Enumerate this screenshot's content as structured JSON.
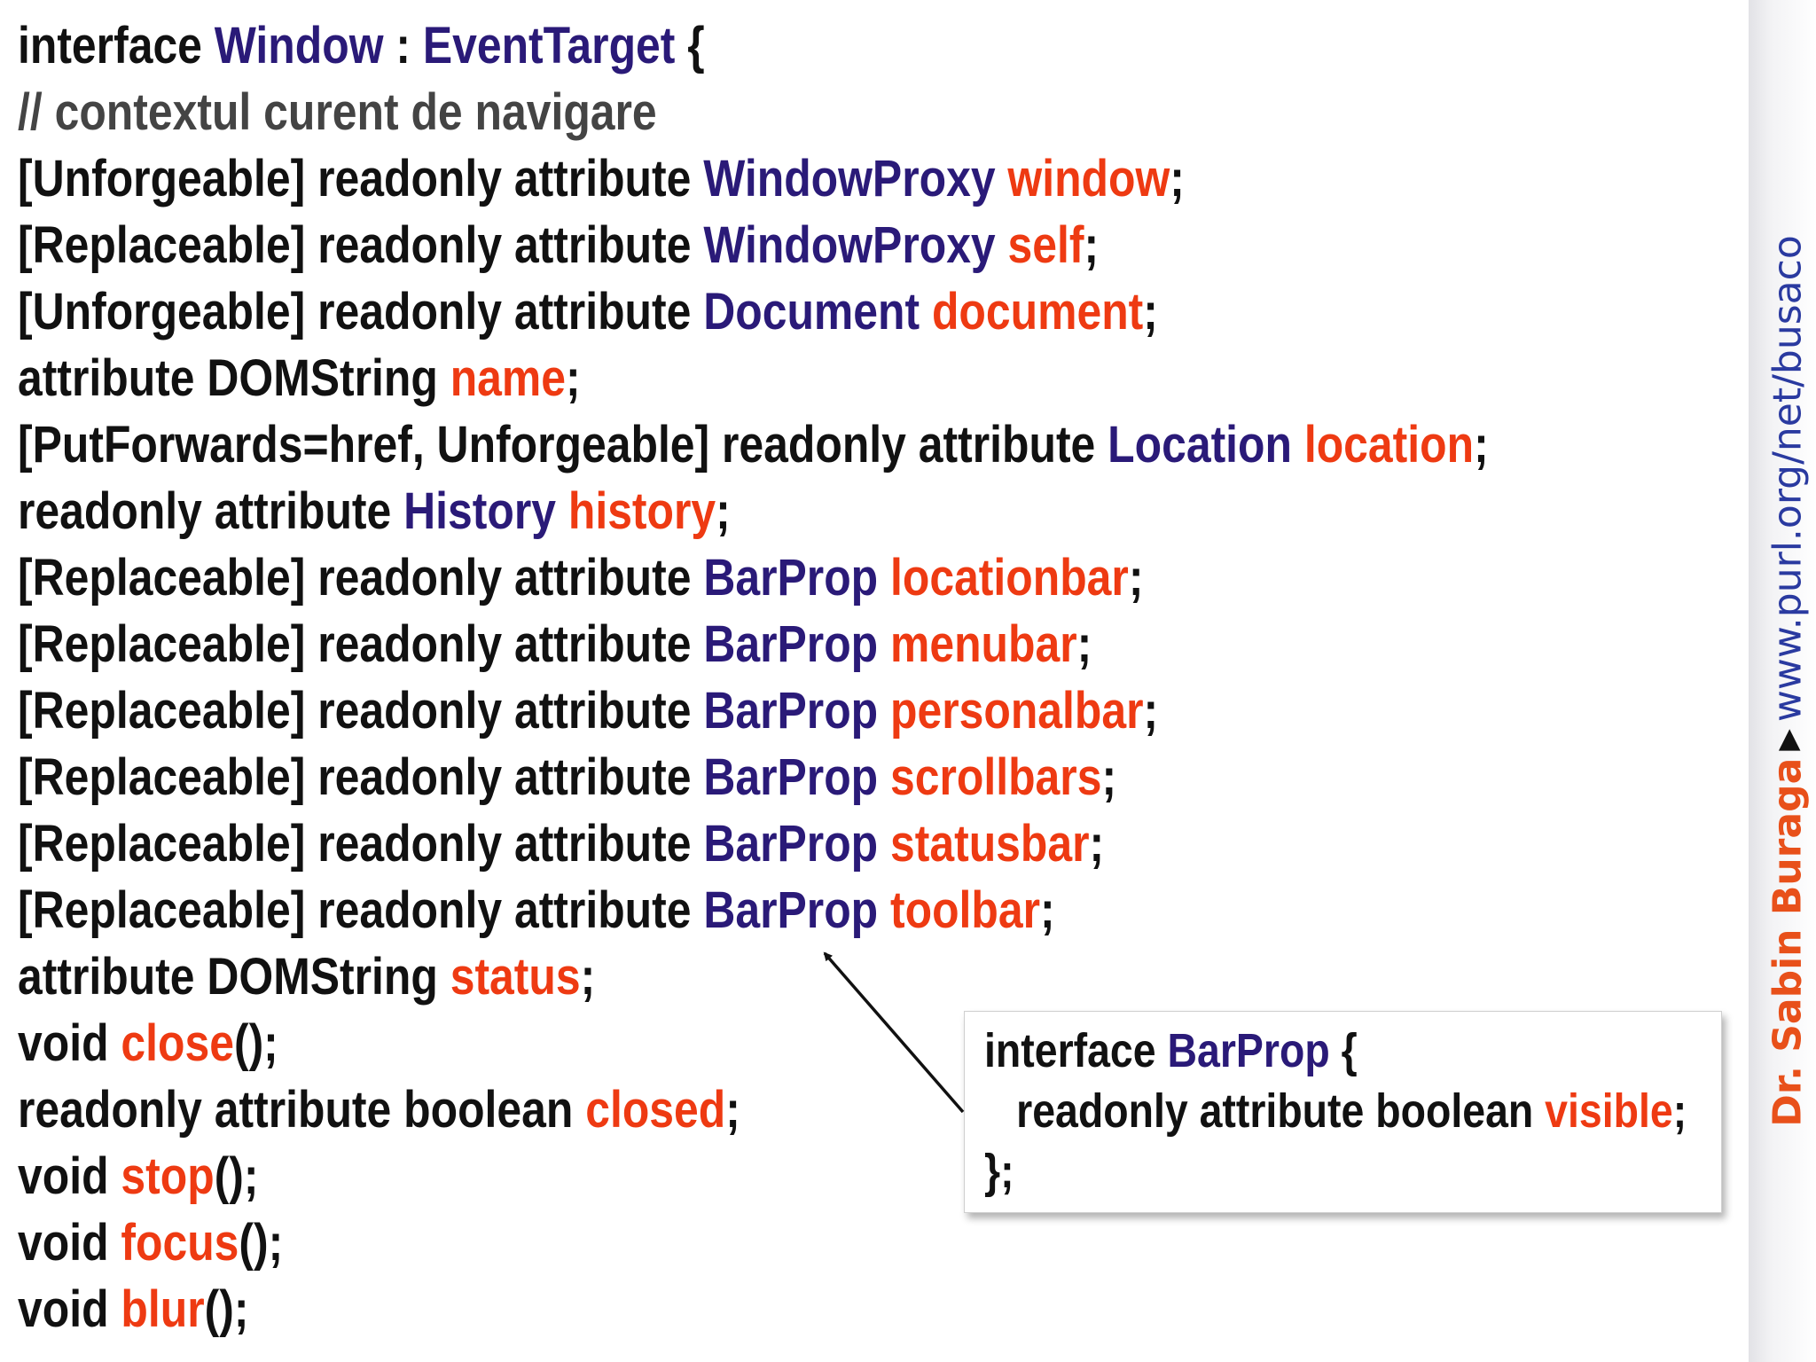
{
  "code_lines": [
    [
      {
        "t": "interface ",
        "c": "kw"
      },
      {
        "t": "Window",
        "c": "ty"
      },
      {
        "t": " : ",
        "c": "kw"
      },
      {
        "t": "EventTarget",
        "c": "ty"
      },
      {
        "t": " {",
        "c": "kw"
      }
    ],
    [
      {
        "t": "// contextul curent de navigare",
        "c": "cm"
      }
    ],
    [
      {
        "t": "[Unforgeable] readonly attribute ",
        "c": "kw"
      },
      {
        "t": "WindowProxy",
        "c": "ty"
      },
      {
        "t": " ",
        "c": "kw"
      },
      {
        "t": "window",
        "c": "nm"
      },
      {
        "t": ";",
        "c": "kw"
      }
    ],
    [
      {
        "t": "[Replaceable] readonly attribute ",
        "c": "kw"
      },
      {
        "t": "WindowProxy",
        "c": "ty"
      },
      {
        "t": " ",
        "c": "kw"
      },
      {
        "t": "self",
        "c": "nm"
      },
      {
        "t": ";",
        "c": "kw"
      }
    ],
    [
      {
        "t": "[Unforgeable] readonly attribute ",
        "c": "kw"
      },
      {
        "t": "Document",
        "c": "ty"
      },
      {
        "t": " ",
        "c": "kw"
      },
      {
        "t": "document",
        "c": "nm"
      },
      {
        "t": ";",
        "c": "kw"
      }
    ],
    [
      {
        "t": "attribute DOMString ",
        "c": "kw"
      },
      {
        "t": "name",
        "c": "nm"
      },
      {
        "t": ";",
        "c": "kw"
      }
    ],
    [
      {
        "t": "[PutForwards=href, Unforgeable] readonly attribute ",
        "c": "kw"
      },
      {
        "t": "Location",
        "c": "ty"
      },
      {
        "t": " ",
        "c": "kw"
      },
      {
        "t": "location",
        "c": "nm"
      },
      {
        "t": ";",
        "c": "kw"
      }
    ],
    [
      {
        "t": "readonly attribute ",
        "c": "kw"
      },
      {
        "t": "History",
        "c": "ty"
      },
      {
        "t": " ",
        "c": "kw"
      },
      {
        "t": "history",
        "c": "nm"
      },
      {
        "t": ";",
        "c": "kw"
      }
    ],
    [
      {
        "t": "[Replaceable] readonly attribute ",
        "c": "kw"
      },
      {
        "t": "BarProp",
        "c": "ty"
      },
      {
        "t": " ",
        "c": "kw"
      },
      {
        "t": "locationbar",
        "c": "nm"
      },
      {
        "t": ";",
        "c": "kw"
      }
    ],
    [
      {
        "t": "[Replaceable] readonly attribute ",
        "c": "kw"
      },
      {
        "t": "BarProp",
        "c": "ty"
      },
      {
        "t": " ",
        "c": "kw"
      },
      {
        "t": "menubar",
        "c": "nm"
      },
      {
        "t": ";",
        "c": "kw"
      }
    ],
    [
      {
        "t": "[Replaceable] readonly attribute ",
        "c": "kw"
      },
      {
        "t": "BarProp",
        "c": "ty"
      },
      {
        "t": " ",
        "c": "kw"
      },
      {
        "t": "personalbar",
        "c": "nm"
      },
      {
        "t": ";",
        "c": "kw"
      }
    ],
    [
      {
        "t": "[Replaceable] readonly attribute ",
        "c": "kw"
      },
      {
        "t": "BarProp",
        "c": "ty"
      },
      {
        "t": " ",
        "c": "kw"
      },
      {
        "t": "scrollbars",
        "c": "nm"
      },
      {
        "t": ";",
        "c": "kw"
      }
    ],
    [
      {
        "t": "[Replaceable] readonly attribute ",
        "c": "kw"
      },
      {
        "t": "BarProp",
        "c": "ty"
      },
      {
        "t": " ",
        "c": "kw"
      },
      {
        "t": "statusbar",
        "c": "nm"
      },
      {
        "t": ";",
        "c": "kw"
      }
    ],
    [
      {
        "t": "[Replaceable] readonly attribute ",
        "c": "kw"
      },
      {
        "t": "BarProp",
        "c": "ty"
      },
      {
        "t": " ",
        "c": "kw"
      },
      {
        "t": "toolbar",
        "c": "nm"
      },
      {
        "t": ";",
        "c": "kw"
      }
    ],
    [
      {
        "t": "attribute DOMString ",
        "c": "kw"
      },
      {
        "t": "status",
        "c": "nm"
      },
      {
        "t": ";",
        "c": "kw"
      }
    ],
    [
      {
        "t": "void ",
        "c": "kw"
      },
      {
        "t": "close",
        "c": "nm"
      },
      {
        "t": "();",
        "c": "kw"
      }
    ],
    [
      {
        "t": "readonly attribute boolean ",
        "c": "kw"
      },
      {
        "t": "closed",
        "c": "nm"
      },
      {
        "t": ";",
        "c": "kw"
      }
    ],
    [
      {
        "t": "void ",
        "c": "kw"
      },
      {
        "t": "stop",
        "c": "nm"
      },
      {
        "t": "();",
        "c": "kw"
      }
    ],
    [
      {
        "t": "void ",
        "c": "kw"
      },
      {
        "t": "focus",
        "c": "nm"
      },
      {
        "t": "();",
        "c": "kw"
      }
    ],
    [
      {
        "t": "void ",
        "c": "kw"
      },
      {
        "t": "blur",
        "c": "nm"
      },
      {
        "t": "();",
        "c": "kw"
      }
    ]
  ],
  "callout_lines": [
    [
      {
        "t": "interface ",
        "c": "kw"
      },
      {
        "t": "BarProp",
        "c": "ty"
      },
      {
        "t": " {",
        "c": "kw"
      }
    ],
    [
      {
        "t": "readonly attribute boolean ",
        "c": "kw",
        "indent": true
      },
      {
        "t": "visible",
        "c": "nm"
      },
      {
        "t": ";",
        "c": "kw"
      }
    ],
    [
      {
        "t": "};",
        "c": "kw"
      }
    ]
  ],
  "sidebar": {
    "author": "Dr. Sabin Buraga",
    "url": "www.purl.org/net/busaco"
  },
  "colors": {
    "keyword": "#111111",
    "comment": "#444444",
    "type": "#2a1a78",
    "name": "#ee3a12",
    "author": "#e8501a",
    "url": "#2a3aa0"
  }
}
